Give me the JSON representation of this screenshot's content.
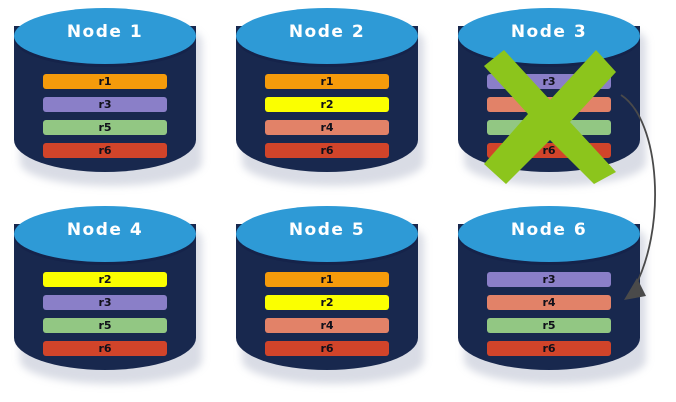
{
  "diagram": {
    "type": "replica-placement-node-failure",
    "background": "#ffffff",
    "node_body_color": "#18284e",
    "node_top_color": "#2e9ad6",
    "node_title_color": "#ffffff",
    "failure_marker_color": "#8cc51c",
    "arrow_color": "#4a4a4a"
  },
  "replica_colors": {
    "r1": "#f59b0b",
    "r2": "#fbff00",
    "r3": "#8a7fc8",
    "r4": "#e28268",
    "r5": "#92c783",
    "r6": "#d1442a"
  },
  "nodes": [
    {
      "id": "node-1",
      "title": "Node 1",
      "failed": false,
      "replicas": [
        {
          "label": "r1",
          "color": "#f59b0b"
        },
        {
          "label": "r3",
          "color": "#8a7fc8"
        },
        {
          "label": "r5",
          "color": "#92c783"
        },
        {
          "label": "r6",
          "color": "#d1442a"
        }
      ]
    },
    {
      "id": "node-2",
      "title": "Node 2",
      "failed": false,
      "replicas": [
        {
          "label": "r1",
          "color": "#f59b0b"
        },
        {
          "label": "r2",
          "color": "#fbff00"
        },
        {
          "label": "r4",
          "color": "#e28268"
        },
        {
          "label": "r6",
          "color": "#d1442a"
        }
      ]
    },
    {
      "id": "node-3",
      "title": "Node 3",
      "failed": true,
      "replicas": [
        {
          "label": "r3",
          "color": "#8a7fc8"
        },
        {
          "label": "r4",
          "color": "#e28268"
        },
        {
          "label": "r5",
          "color": "#92c783"
        },
        {
          "label": "r6",
          "color": "#d1442a"
        }
      ]
    },
    {
      "id": "node-4",
      "title": "Node 4",
      "failed": false,
      "replicas": [
        {
          "label": "r2",
          "color": "#fbff00"
        },
        {
          "label": "r3",
          "color": "#8a7fc8"
        },
        {
          "label": "r5",
          "color": "#92c783"
        },
        {
          "label": "r6",
          "color": "#d1442a"
        }
      ]
    },
    {
      "id": "node-5",
      "title": "Node 5",
      "failed": false,
      "replicas": [
        {
          "label": "r1",
          "color": "#f59b0b"
        },
        {
          "label": "r2",
          "color": "#fbff00"
        },
        {
          "label": "r4",
          "color": "#e28268"
        },
        {
          "label": "r6",
          "color": "#d1442a"
        }
      ]
    },
    {
      "id": "node-6",
      "title": "Node 6",
      "failed": false,
      "replicas": [
        {
          "label": "r3",
          "color": "#8a7fc8"
        },
        {
          "label": "r4",
          "color": "#e28268"
        },
        {
          "label": "r5",
          "color": "#92c783"
        },
        {
          "label": "r6",
          "color": "#d1442a"
        }
      ]
    }
  ],
  "arrow": {
    "from": "node-3",
    "to": "node-6"
  }
}
